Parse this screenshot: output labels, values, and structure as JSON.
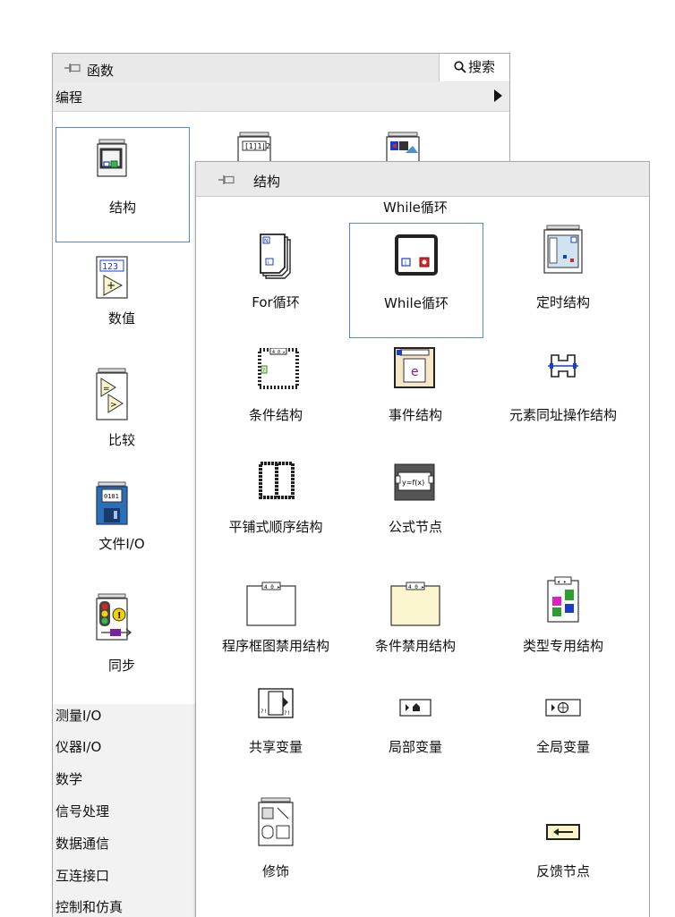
{
  "functions_palette": {
    "title": "函数",
    "search_label": "搜索",
    "category": "编程",
    "tiles": [
      {
        "label": "结构"
      },
      {
        "label": "数值"
      },
      {
        "label": "比较"
      },
      {
        "label": "文件I/O"
      },
      {
        "label": "同步"
      }
    ],
    "categories": [
      "测量I/O",
      "仪器I/O",
      "数学",
      "信号处理",
      "数据通信",
      "互连接口",
      "控制和仿真"
    ]
  },
  "structures_palette": {
    "title": "结构",
    "tooltip": "While循环",
    "items": [
      {
        "label": "For循环"
      },
      {
        "label": "While循环"
      },
      {
        "label": "定时结构"
      },
      {
        "label": "条件结构"
      },
      {
        "label": "事件结构"
      },
      {
        "label": "元素同址操作结构"
      },
      {
        "label": "平铺式顺序结构"
      },
      {
        "label": "公式节点"
      },
      {
        "label": "程序框图禁用结构"
      },
      {
        "label": "条件禁用结构"
      },
      {
        "label": "类型专用结构"
      },
      {
        "label": "共享变量"
      },
      {
        "label": "局部变量"
      },
      {
        "label": "全局变量"
      },
      {
        "label": "修饰"
      },
      {
        "label": "反馈节点"
      }
    ],
    "icon_text": {
      "formula": "y=f(x)",
      "event": "e"
    }
  }
}
